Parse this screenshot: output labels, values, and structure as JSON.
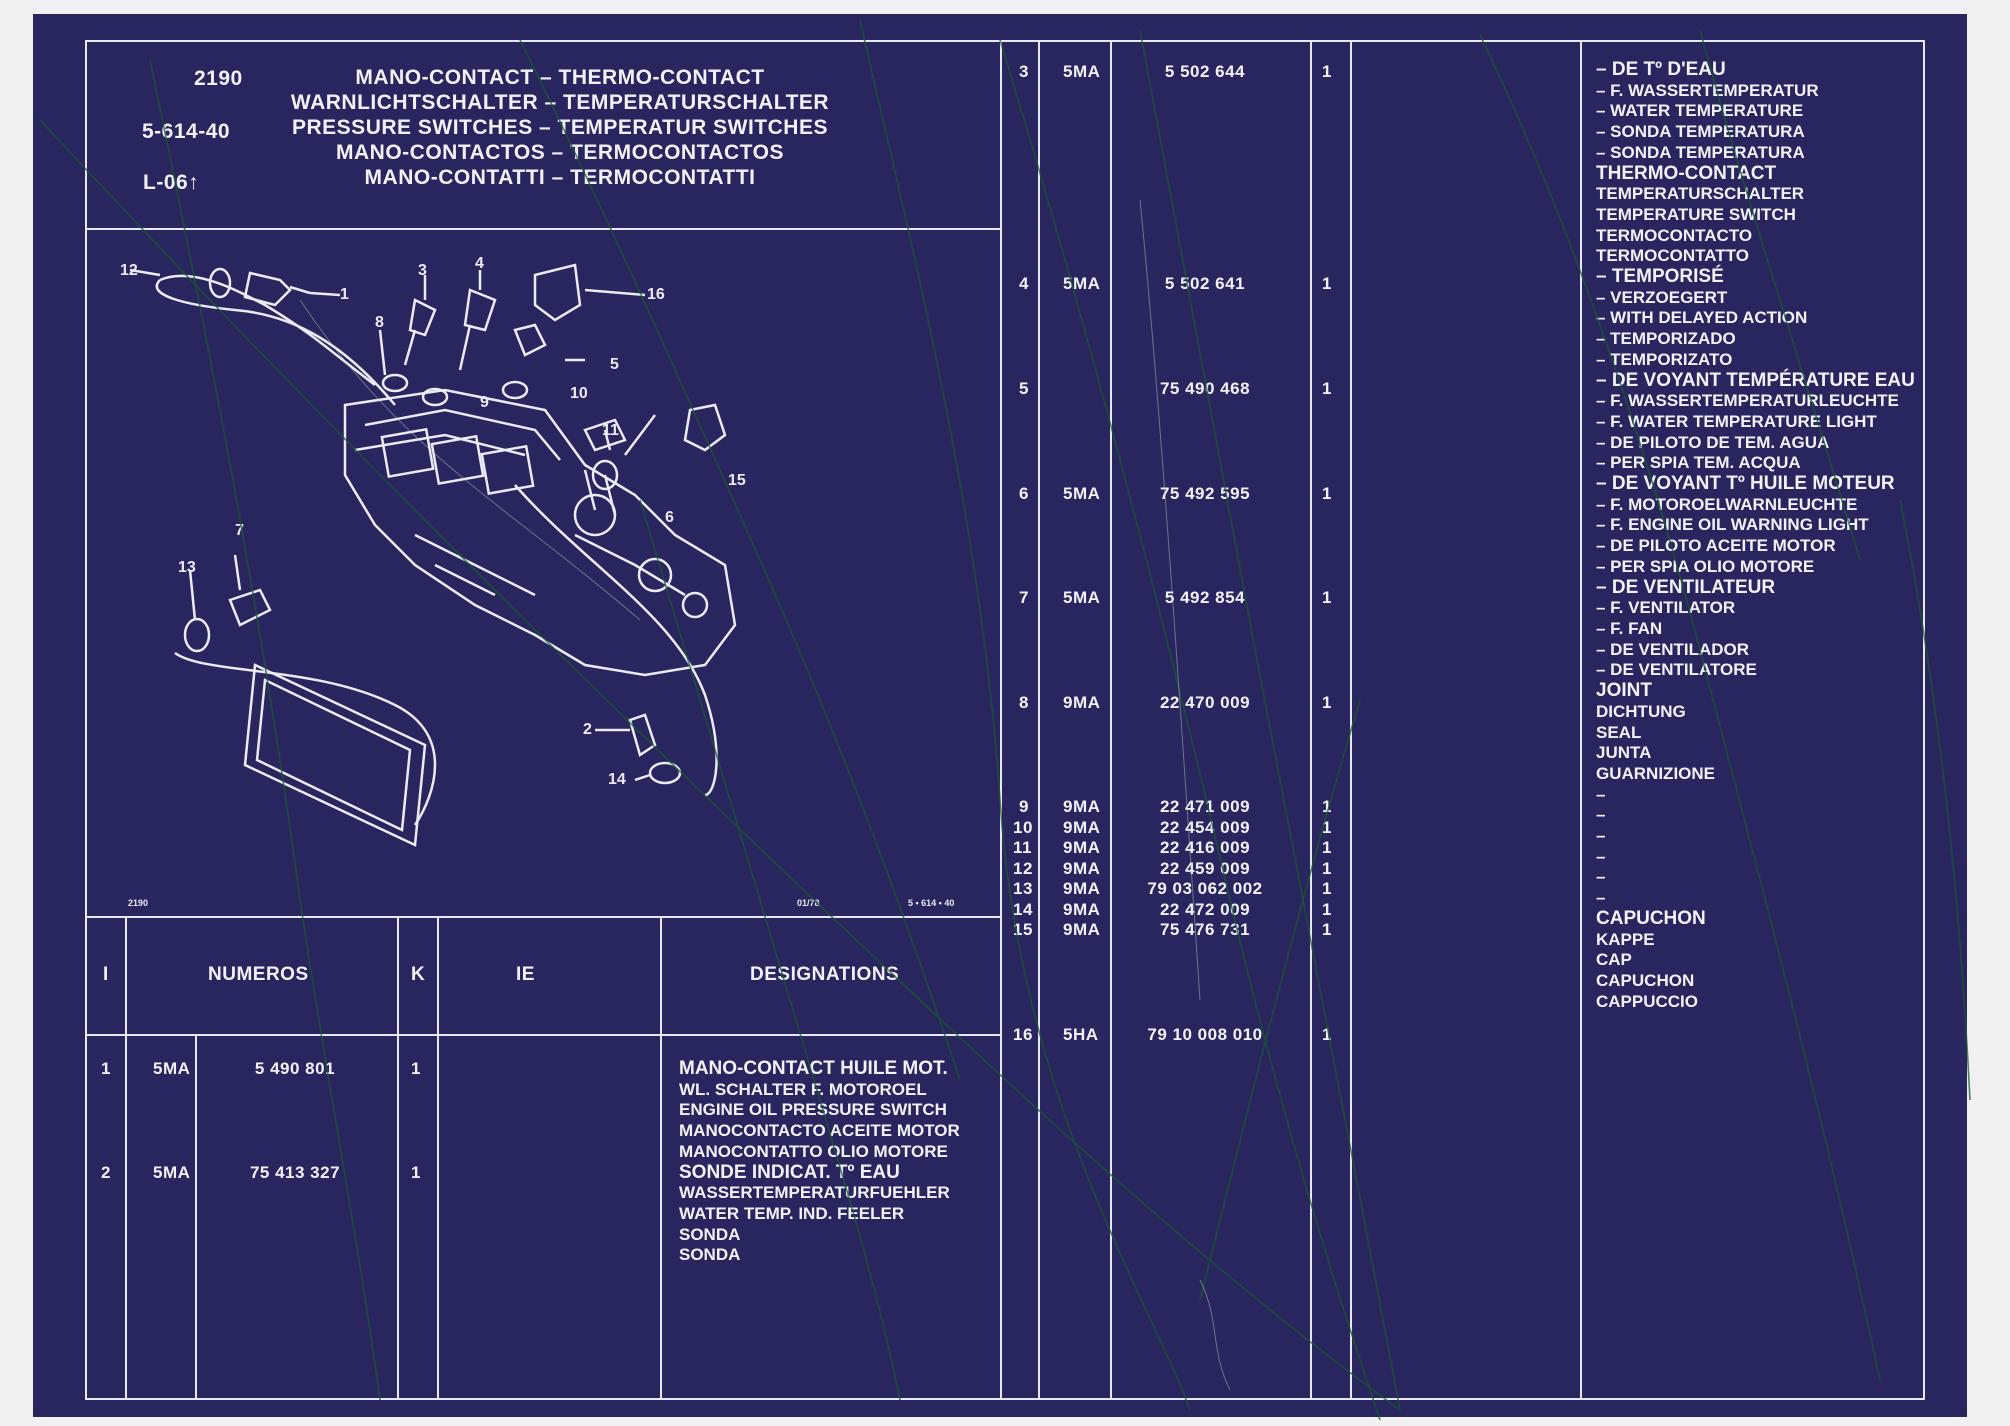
{
  "header": {
    "code_left_1": "2190",
    "code_left_2": "5-614-40",
    "code_left_3": "L-06↑",
    "titles": [
      "MANO-CONTACT – THERMO-CONTACT",
      "WARNLICHTSCHALTER – TEMPERATURSCHALTER",
      "PRESSURE SWITCHES – TEMPERATUR SWITCHES",
      "MANO-CONTACTOS – TERMOCONTACTOS",
      "MANO-CONTATTI – TERMOCONTATTI"
    ]
  },
  "diagram": {
    "footer_left": "2190",
    "footer_mid": "01/78",
    "footer_right": "5 • 614 • 40",
    "callouts": [
      "12",
      "1",
      "3",
      "4",
      "16",
      "8",
      "9",
      "10",
      "5",
      "11",
      "15",
      "6",
      "7",
      "13",
      "2",
      "14"
    ]
  },
  "table_headers": {
    "col_i": "I",
    "col_numeros": "NUMEROS",
    "col_k": "K",
    "col_ie": "IE",
    "col_designations": "DESIGNATIONS"
  },
  "left_rows": [
    {
      "i": "1",
      "prefix": "5MA",
      "number": "5 490 801",
      "k": "1"
    },
    {
      "i": "2",
      "prefix": "5MA",
      "number": "75 413 327",
      "k": "1"
    }
  ],
  "left_designations": [
    {
      "text": "MANO-CONTACT HUILE MOT.",
      "bold": true
    },
    {
      "text": "WL. SCHALTER F. MOTOROEL",
      "bold": false
    },
    {
      "text": "ENGINE OIL PRESSURE SWITCH",
      "bold": false
    },
    {
      "text": "MANOCONTACTO ACEITE MOTOR",
      "bold": false
    },
    {
      "text": "MANOCONTATTO OLIO MOTORE",
      "bold": false
    },
    {
      "text": "SONDE INDICAT. Tº EAU",
      "bold": true
    },
    {
      "text": "WASSERTEMPERATURFUEHLER",
      "bold": false
    },
    {
      "text": "WATER TEMP. IND. FEELER",
      "bold": false
    },
    {
      "text": "SONDA",
      "bold": false
    },
    {
      "text": "SONDA",
      "bold": false
    }
  ],
  "right_rows": [
    {
      "i": "3",
      "prefix": "5MA",
      "number": "5 502 644",
      "k": "1"
    },
    {
      "i": "4",
      "prefix": "5MA",
      "number": "5 502 641",
      "k": "1"
    },
    {
      "i": "5",
      "prefix": "",
      "number": "75 490 468",
      "k": "1"
    },
    {
      "i": "6",
      "prefix": "5MA",
      "number": "75 492 595",
      "k": "1"
    },
    {
      "i": "7",
      "prefix": "5MA",
      "number": "5 492 854",
      "k": "1"
    },
    {
      "i": "8",
      "prefix": "9MA",
      "number": "22 470 009",
      "k": "1"
    },
    {
      "i": "9",
      "prefix": "9MA",
      "number": "22 471 009",
      "k": "1"
    },
    {
      "i": "10",
      "prefix": "9MA",
      "number": "22 454 009",
      "k": "1"
    },
    {
      "i": "11",
      "prefix": "9MA",
      "number": "22 416 009",
      "k": "1"
    },
    {
      "i": "12",
      "prefix": "9MA",
      "number": "22 459 009",
      "k": "1"
    },
    {
      "i": "13",
      "prefix": "9MA",
      "number": "79 03 062 002",
      "k": "1"
    },
    {
      "i": "14",
      "prefix": "9MA",
      "number": "22 472 009",
      "k": "1"
    },
    {
      "i": "15",
      "prefix": "9MA",
      "number": "75 476 731",
      "k": "1"
    },
    {
      "i": "16",
      "prefix": "5HA",
      "number": "79 10 008 010",
      "k": "1"
    }
  ],
  "right_designations": [
    {
      "text": "– DE Tº D'EAU",
      "bold": true
    },
    {
      "text": "– F. WASSERTEMPERATUR",
      "bold": false
    },
    {
      "text": "– WATER TEMPERATURE",
      "bold": false
    },
    {
      "text": "– SONDA TEMPERATURA",
      "bold": false
    },
    {
      "text": "– SONDA TEMPERATURA",
      "bold": false
    },
    {
      "text": "THERMO-CONTACT",
      "bold": true
    },
    {
      "text": "TEMPERATURSCHALTER",
      "bold": false
    },
    {
      "text": "TEMPERATURE SWITCH",
      "bold": false
    },
    {
      "text": "TERMOCONTACTO",
      "bold": false
    },
    {
      "text": "TERMOCONTATTO",
      "bold": false
    },
    {
      "text": "– TEMPORISÉ",
      "bold": true
    },
    {
      "text": "– VERZOEGERT",
      "bold": false
    },
    {
      "text": "– WITH DELAYED ACTION",
      "bold": false
    },
    {
      "text": "– TEMPORIZADO",
      "bold": false
    },
    {
      "text": "– TEMPORIZATO",
      "bold": false
    },
    {
      "text": "– DE VOYANT TEMPÉRATURE EAU",
      "bold": true
    },
    {
      "text": "– F. WASSERTEMPERATURLEUCHTE",
      "bold": false
    },
    {
      "text": "– F. WATER TEMPERATURE LIGHT",
      "bold": false
    },
    {
      "text": "– DE PILOTO DE TEM. AGUA",
      "bold": false
    },
    {
      "text": "– PER SPIA TEM. ACQUA",
      "bold": false
    },
    {
      "text": "– DE VOYANT Tº HUILE MOTEUR",
      "bold": true
    },
    {
      "text": "– F. MOTOROELWARNLEUCHTE",
      "bold": false
    },
    {
      "text": "– F. ENGINE OIL WARNING LIGHT",
      "bold": false
    },
    {
      "text": "– DE PILOTO ACEITE MOTOR",
      "bold": false
    },
    {
      "text": "– PER SPIA OLIO MOTORE",
      "bold": false
    },
    {
      "text": "– DE VENTILATEUR",
      "bold": true
    },
    {
      "text": "– F. VENTILATOR",
      "bold": false
    },
    {
      "text": "– F. FAN",
      "bold": false
    },
    {
      "text": "– DE VENTILADOR",
      "bold": false
    },
    {
      "text": "– DE VENTILATORE",
      "bold": false
    },
    {
      "text": "JOINT",
      "bold": true
    },
    {
      "text": "DICHTUNG",
      "bold": false
    },
    {
      "text": "SEAL",
      "bold": false
    },
    {
      "text": "JUNTA",
      "bold": false
    },
    {
      "text": "GUARNIZIONE",
      "bold": false
    },
    {
      "text": "–",
      "bold": false
    },
    {
      "text": "–",
      "bold": false
    },
    {
      "text": "–",
      "bold": false
    },
    {
      "text": "–",
      "bold": false
    },
    {
      "text": "–",
      "bold": false
    },
    {
      "text": "–",
      "bold": false
    },
    {
      "text": "CAPUCHON",
      "bold": true
    },
    {
      "text": "KAPPE",
      "bold": false
    },
    {
      "text": "CAP",
      "bold": false
    },
    {
      "text": "CAPUCHON",
      "bold": false
    },
    {
      "text": "CAPPUCCIO",
      "bold": false
    }
  ],
  "colors": {
    "background": "#29255e",
    "ink": "#f0f2fa",
    "margin": "#f1f1f1"
  }
}
